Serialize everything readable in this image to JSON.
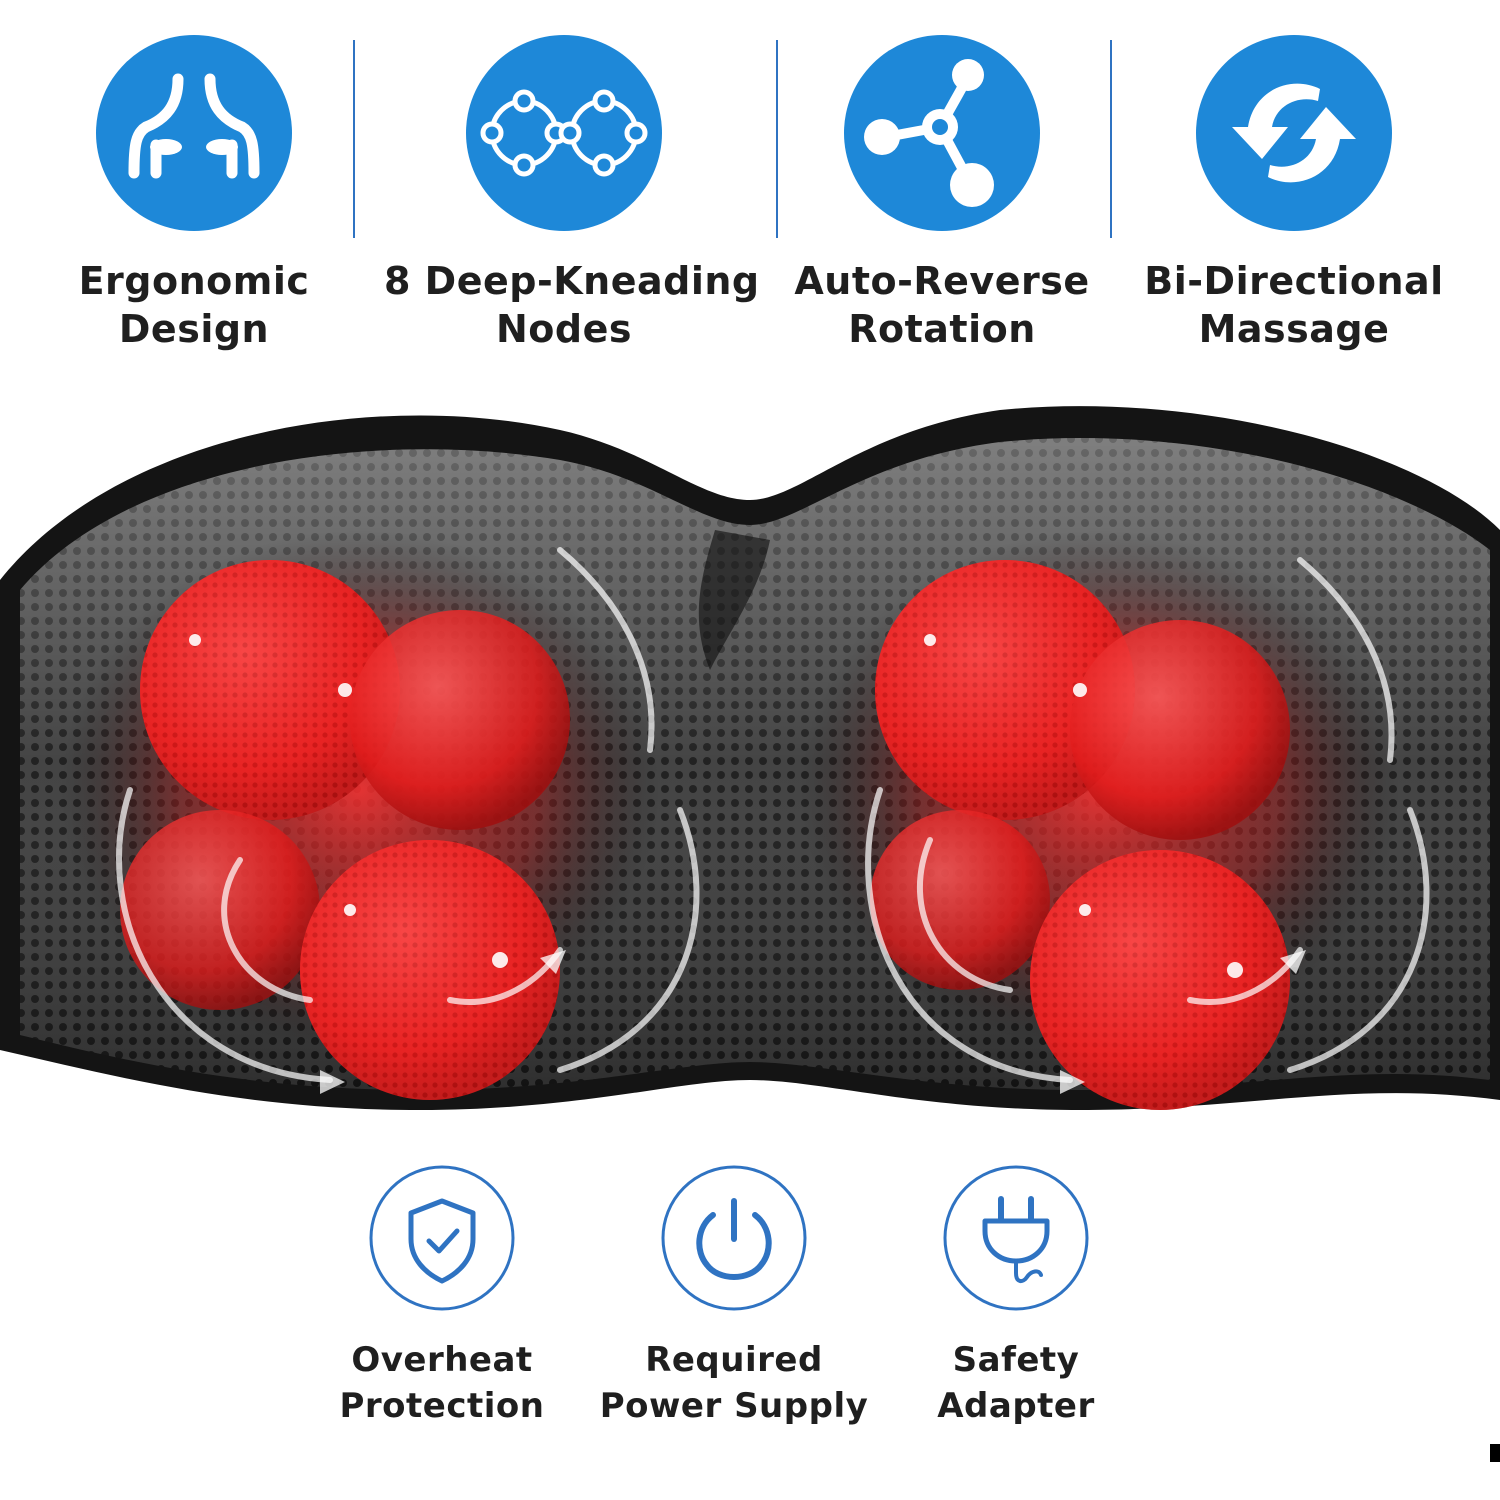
{
  "colors": {
    "accent_blue": "#1e88d8",
    "outline_blue": "#2f73c2",
    "node_red": "#e8262a",
    "mesh_dark": "#2b2b2b",
    "text": "#1f1f1f"
  },
  "features": [
    {
      "icon": "shoulders-icon",
      "line1": "Ergonomic",
      "line2": "Design"
    },
    {
      "icon": "nodes-icon",
      "line1": "8 Deep-Kneading",
      "line2": "Nodes"
    },
    {
      "icon": "molecule-icon",
      "line1": "Auto-Reverse",
      "line2": "Rotation"
    },
    {
      "icon": "rotate-arrows-icon",
      "line1": "Bi-Directional",
      "line2": "Massage"
    }
  ],
  "specs": [
    {
      "icon": "shield-check-icon",
      "line1": "Overheat",
      "line2": "Protection"
    },
    {
      "icon": "power-icon",
      "line1": "Required",
      "line2": "Power Supply"
    },
    {
      "icon": "plug-icon",
      "line1": "Safety",
      "line2": "Adapter"
    }
  ]
}
